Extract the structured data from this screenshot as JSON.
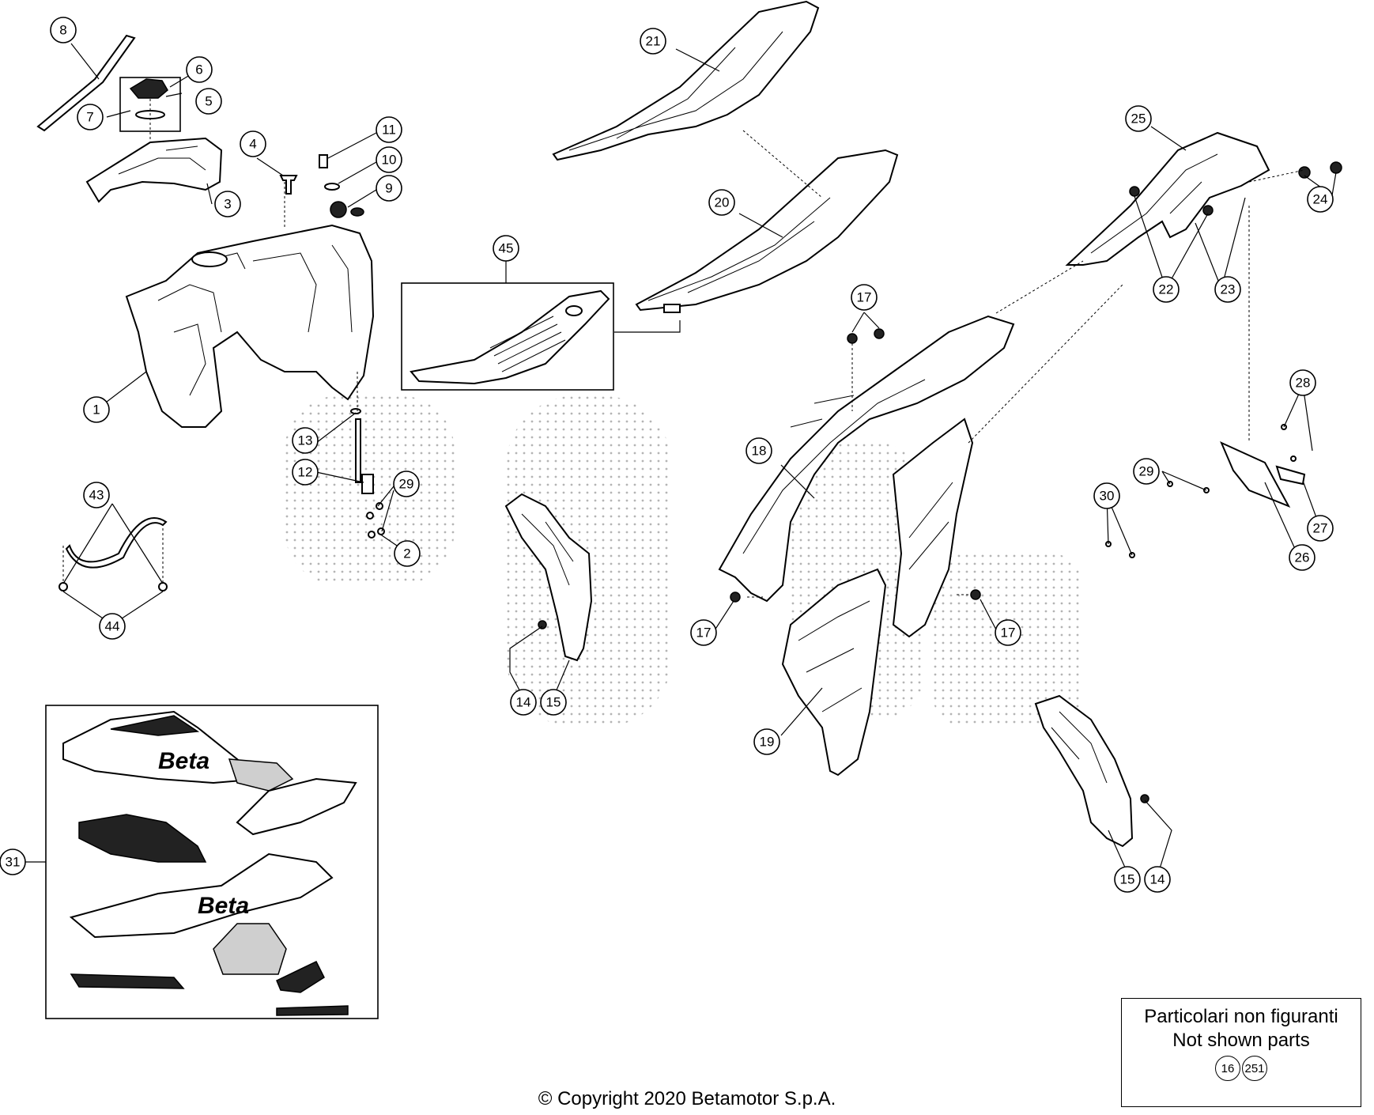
{
  "callouts": [
    "1",
    "2",
    "3",
    "4",
    "5",
    "6",
    "7",
    "8",
    "9",
    "10",
    "11",
    "12",
    "13",
    "14",
    "15",
    "17",
    "18",
    "19",
    "20",
    "21",
    "22",
    "23",
    "24",
    "25",
    "26",
    "27",
    "28",
    "29",
    "30",
    "31",
    "43",
    "44",
    "45"
  ],
  "note": {
    "line1": "Particolari non figuranti",
    "line2": "Not shown parts",
    "badges": [
      "16",
      "251"
    ]
  },
  "copyright": "© Copyright 2020 Betamotor S.p.A."
}
